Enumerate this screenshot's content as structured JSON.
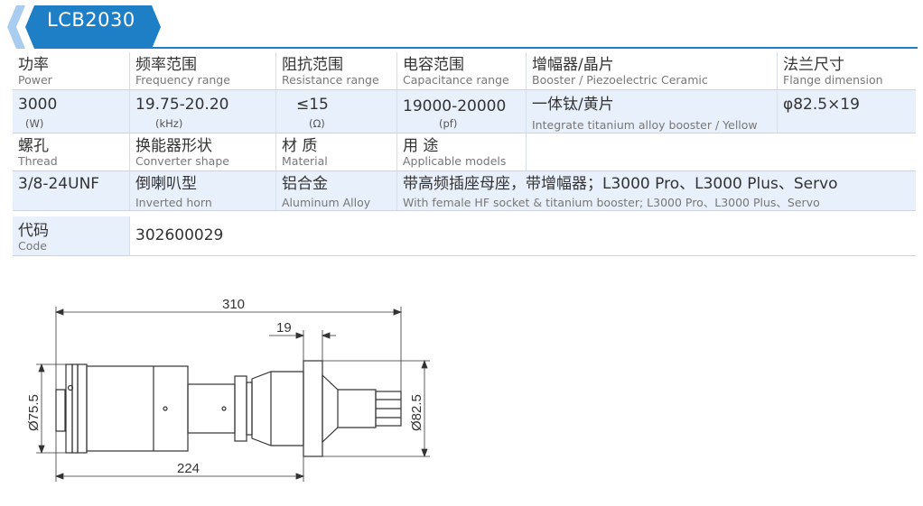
{
  "header": {
    "title": "LCB2030"
  },
  "spec_row1": {
    "labels": [
      {
        "zh": "功率",
        "en": "Power"
      },
      {
        "zh": "频率范围",
        "en": "Frequency range"
      },
      {
        "zh": "阻抗范围",
        "en": "Resistance range"
      },
      {
        "zh": "电容范围",
        "en": "Capacitance range"
      },
      {
        "zh": "增幅器/晶片",
        "en": "Booster / Piezoelectric Ceramic"
      },
      {
        "zh": "法兰尺寸",
        "en": "Flange dimension"
      }
    ],
    "values": [
      {
        "value": "3000",
        "unit": "(W)"
      },
      {
        "value": "19.75-20.20",
        "unit": "(kHz)"
      },
      {
        "value": "≤15",
        "unit": "(Ω)"
      },
      {
        "value": "19000-20000",
        "unit": "(pf)"
      },
      {
        "value": "一体钛/黄片",
        "en": "Integrate titanium alloy booster / Yellow"
      },
      {
        "value": "φ82.5×19"
      }
    ]
  },
  "spec_row2": {
    "labels": [
      {
        "zh": "螺孔",
        "en": "Thread"
      },
      {
        "zh": "换能器形状",
        "en": "Converter shape"
      },
      {
        "zh": "材 质",
        "en": "Material"
      },
      {
        "zh": "用 途",
        "en": "Applicable models"
      }
    ],
    "values": [
      {
        "value": "3/8-24UNF"
      },
      {
        "value": "倒喇叭型",
        "en": "Inverted horn"
      },
      {
        "value": "铝合金",
        "en": "Aluminum Alloy"
      },
      {
        "value": "带高频插座母座，带增幅器；L3000 Pro、L3000 Plus、Servo",
        "en": "With female HF socket & titanium booster; L3000 Pro、L3000 Plus、Servo"
      }
    ]
  },
  "code_row": {
    "zh": "代码",
    "en": "Code",
    "value": "302600029"
  },
  "drawing": {
    "dims": {
      "overall": "310",
      "flange_thickness": "19",
      "body_length": "224",
      "body_dia": "Ø75.5",
      "flange_dia": "Ø82.5"
    }
  },
  "colors": {
    "accent": "#1e7fc6",
    "row_tint": "#e8f0fb",
    "line": "#333333"
  }
}
